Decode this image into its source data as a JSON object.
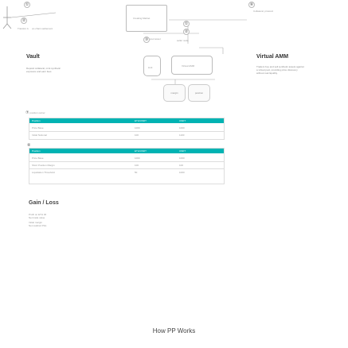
{
  "top_left": {
    "circle_1": "①",
    "circle_2": "②",
    "caption_a": "Transfer A",
    "caption_b": "on-chain settlement"
  },
  "top_center": {
    "circle_1": "①",
    "circle_2": "②",
    "circle_3": "③",
    "window_label": "Creating Market",
    "left_label": "pool asset",
    "right_label": "seller node"
  },
  "top_right": {
    "circle": "⑥",
    "caption": "Collateral, protocol"
  },
  "vault": {
    "title": "Vault",
    "description": "Deposit collateral, mint synthetic exposure and earn fees",
    "box_label": "lock",
    "mid_box_label": "Virtual AMM"
  },
  "virtual_amm": {
    "title": "Virtual AMM",
    "description": "Traders buy and sell synthetic assets against a virtual pool, providing price discovery without real liquidity."
  },
  "small_icons": {
    "left_label": "margin",
    "right_label": "position"
  },
  "table_1": {
    "marker": "⑦",
    "header_label": "position owner",
    "columns": [
      "Position",
      "ETH/USDT",
      "USDT"
    ],
    "rows": [
      [
        "Price Base",
        "1000",
        "1000"
      ],
      [
        "Initial Notional",
        "100",
        "1100"
      ]
    ]
  },
  "table_2": {
    "marker": "⑧",
    "columns": [
      "Position",
      "ETH/USDT",
      "USDT"
    ],
    "rows": [
      [
        "Price Base",
        "1000",
        "1000"
      ],
      [
        "Short Position Margin",
        "100",
        "100"
      ],
      [
        "Liquidation Threshold",
        "50",
        "1000"
      ]
    ]
  },
  "gain_loss": {
    "title": "Gain / Loss",
    "lines": [
      "Profit on ETH 30",
      "Net trade value",
      "Initial margin",
      "Net realized P&L"
    ]
  },
  "footer": {
    "title": "How PP Works"
  },
  "colors": {
    "accent": "#00b3b3",
    "line": "#bbbbbb",
    "text": "#333333"
  }
}
